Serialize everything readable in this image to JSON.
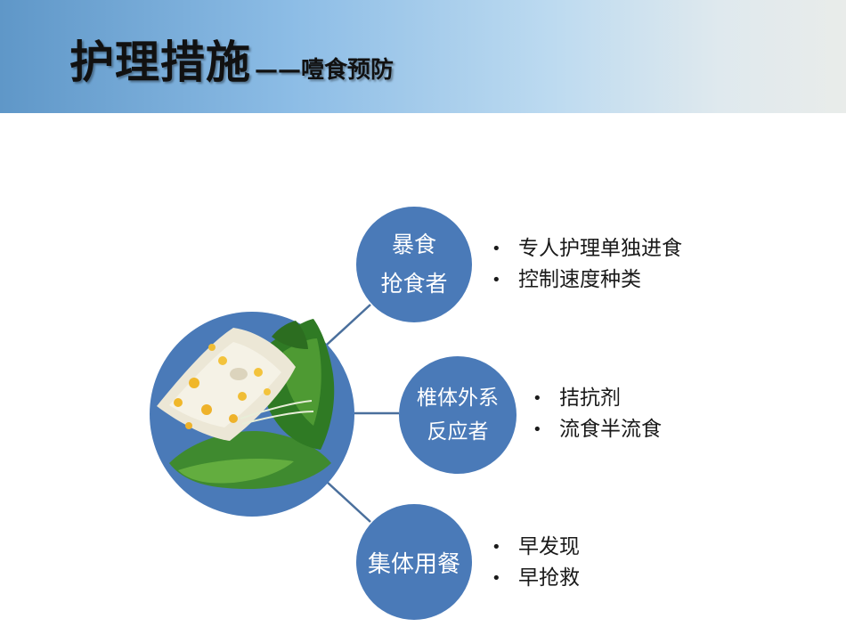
{
  "title": {
    "main": "护理措施",
    "sub": "——噎食预防"
  },
  "nodes": [
    {
      "label_lines": [
        "暴食",
        "抢食者"
      ],
      "bullets": [
        "专人护理单独进食",
        "控制速度种类"
      ]
    },
    {
      "label_lines": [
        "椎体外系",
        "反应者"
      ],
      "bullets": [
        "拮抗剂",
        "流食半流食"
      ]
    },
    {
      "label_lines": [
        "集体用餐"
      ],
      "bullets": [
        "早发现",
        "早抢救"
      ]
    }
  ],
  "colors": {
    "node_fill": "#4a7ab8",
    "connector": "#4a6f9c",
    "hub_fill": "#4a7ab8"
  },
  "hub_image": "zongzi-rice-dumpling-in-leaves"
}
